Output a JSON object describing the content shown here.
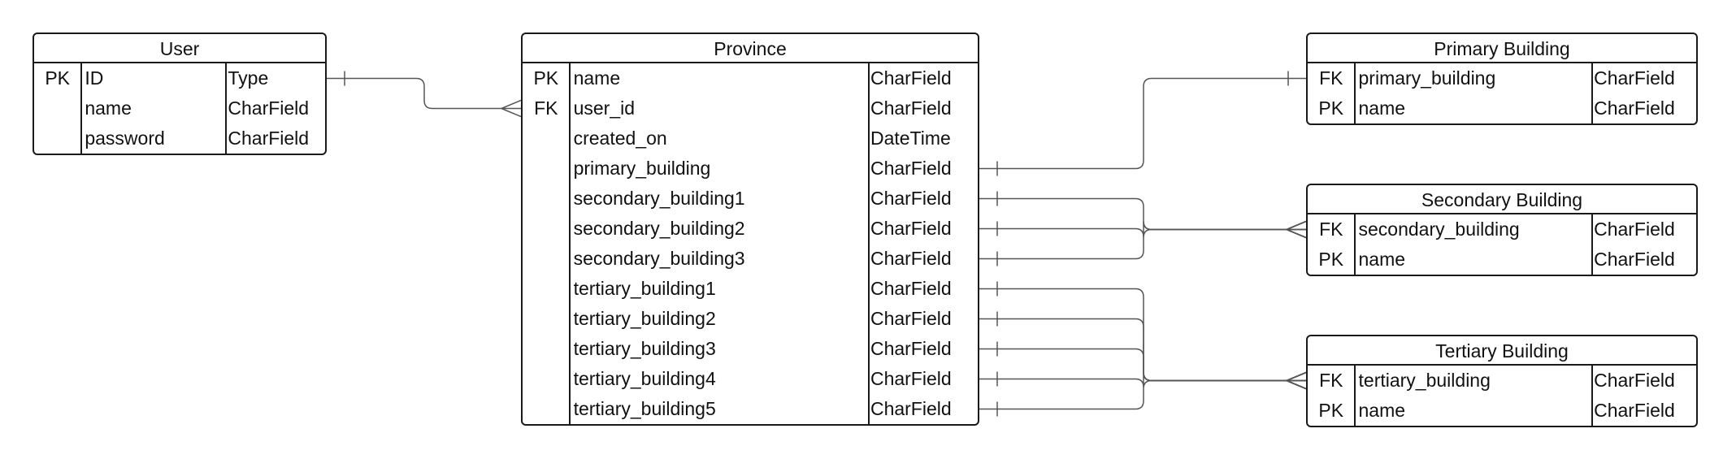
{
  "entities": {
    "user": {
      "title": "User",
      "rows": [
        {
          "key": "PK",
          "name": "ID",
          "type": "Type"
        },
        {
          "key": "",
          "name": "name",
          "type": "CharField"
        },
        {
          "key": "",
          "name": "password",
          "type": "CharField"
        }
      ]
    },
    "province": {
      "title": "Province",
      "rows": [
        {
          "key": "PK",
          "name": "name",
          "type": "CharField"
        },
        {
          "key": "FK",
          "name": "user_id",
          "type": "CharField"
        },
        {
          "key": "",
          "name": "created_on",
          "type": "DateTime"
        },
        {
          "key": "",
          "name": "primary_building",
          "type": "CharField"
        },
        {
          "key": "",
          "name": "secondary_building1",
          "type": "CharField"
        },
        {
          "key": "",
          "name": "secondary_building2",
          "type": "CharField"
        },
        {
          "key": "",
          "name": "secondary_building3",
          "type": "CharField"
        },
        {
          "key": "",
          "name": "tertiary_building1",
          "type": "CharField"
        },
        {
          "key": "",
          "name": "tertiary_building2",
          "type": "CharField"
        },
        {
          "key": "",
          "name": "tertiary_building3",
          "type": "CharField"
        },
        {
          "key": "",
          "name": "tertiary_building4",
          "type": "CharField"
        },
        {
          "key": "",
          "name": "tertiary_building5",
          "type": "CharField"
        }
      ]
    },
    "primary": {
      "title": "Primary Building",
      "rows": [
        {
          "key": "FK",
          "name": "primary_building",
          "type": "CharField"
        },
        {
          "key": "PK",
          "name": "name",
          "type": "CharField"
        }
      ]
    },
    "secondary": {
      "title": "Secondary Building",
      "rows": [
        {
          "key": "FK",
          "name": "secondary_building",
          "type": "CharField"
        },
        {
          "key": "PK",
          "name": "name",
          "type": "CharField"
        }
      ]
    },
    "tertiary": {
      "title": "Tertiary Building",
      "rows": [
        {
          "key": "FK",
          "name": "tertiary_building",
          "type": "CharField"
        },
        {
          "key": "PK",
          "name": "name",
          "type": "CharField"
        }
      ]
    }
  },
  "relationships": [
    {
      "from": "user.ID",
      "to": "province.user_id",
      "from_end": "one",
      "to_end": "many"
    },
    {
      "from": "province.primary_building",
      "to": "primary.primary_building",
      "from_end": "one",
      "to_end": "one"
    },
    {
      "from": "province.secondary_building1",
      "to": "secondary.secondary_building",
      "from_end": "one",
      "to_end": "many"
    },
    {
      "from": "province.secondary_building2",
      "to": "secondary.secondary_building",
      "from_end": "one",
      "to_end": "many"
    },
    {
      "from": "province.secondary_building3",
      "to": "secondary.secondary_building",
      "from_end": "one",
      "to_end": "many"
    },
    {
      "from": "province.tertiary_building1",
      "to": "tertiary.tertiary_building",
      "from_end": "one",
      "to_end": "many"
    },
    {
      "from": "province.tertiary_building2",
      "to": "tertiary.tertiary_building",
      "from_end": "one",
      "to_end": "many"
    },
    {
      "from": "province.tertiary_building3",
      "to": "tertiary.tertiary_building",
      "from_end": "one",
      "to_end": "many"
    },
    {
      "from": "province.tertiary_building4",
      "to": "tertiary.tertiary_building",
      "from_end": "one",
      "to_end": "many"
    },
    {
      "from": "province.tertiary_building5",
      "to": "tertiary.tertiary_building",
      "from_end": "one",
      "to_end": "many"
    }
  ]
}
